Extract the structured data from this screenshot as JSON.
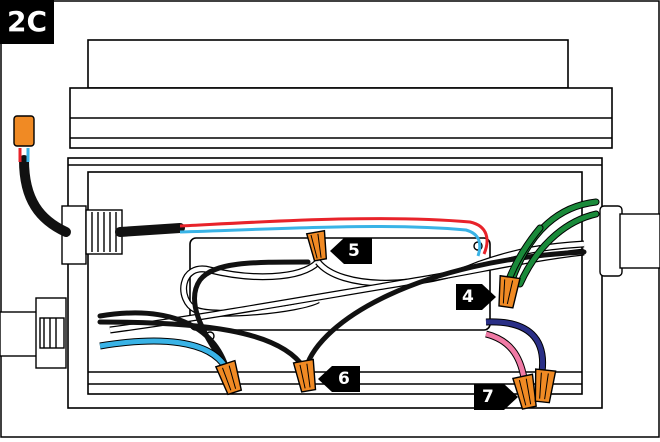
{
  "figure": {
    "step_label": "2C",
    "callouts": [
      {
        "id": "5",
        "label": "5",
        "points": "left"
      },
      {
        "id": "4",
        "label": "4",
        "points": "right"
      },
      {
        "id": "6",
        "label": "6",
        "points": "left"
      },
      {
        "id": "7",
        "label": "7",
        "points": "right"
      }
    ]
  },
  "colors": {
    "outline": "#000000",
    "wire_black": "#111111",
    "wire_red": "#e8232a",
    "wire_blue": "#39b3e6",
    "wire_green": "#1a8a3a",
    "wire_navy": "#2a2f86",
    "wire_pink": "#f07aa5",
    "wire_white": "#ffffff",
    "wire_nut": "#f08a24",
    "housing_fill": "#ffffff",
    "shade": "#d9d9d9"
  }
}
